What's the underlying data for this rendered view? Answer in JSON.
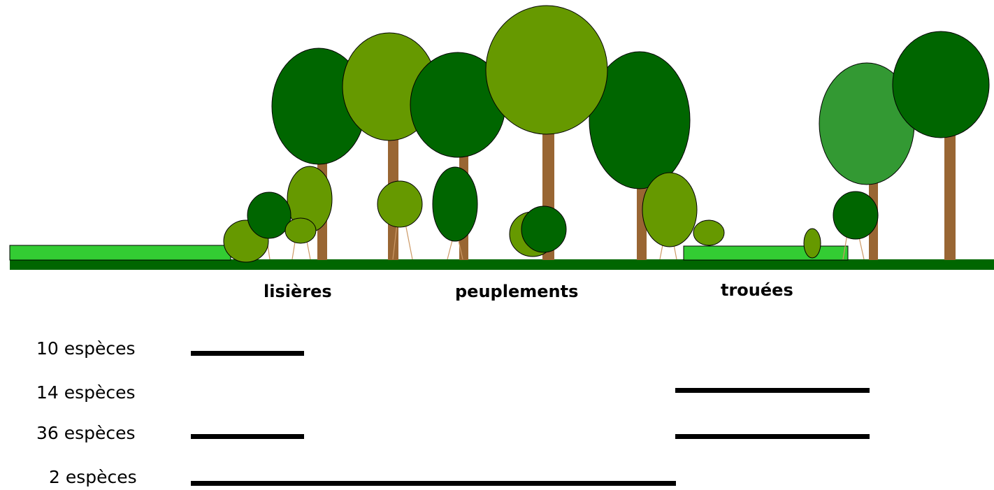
{
  "zones": {
    "edges": "lisières",
    "stands": "peuplements",
    "gaps": "trouées"
  },
  "species_rows": [
    {
      "label": "10 espèces",
      "spans": [
        "lisières"
      ]
    },
    {
      "label": "14 espèces",
      "spans": [
        "trouées"
      ]
    },
    {
      "label": "36 espèces",
      "spans": [
        "lisières",
        "trouées"
      ]
    },
    {
      "label": "2 espèces",
      "spans": [
        "lisières",
        "peuplements"
      ]
    }
  ],
  "colors": {
    "dark_foliage": "#006400",
    "olive_foliage": "#669900",
    "light_foliage": "#339933",
    "trunk": "#996633",
    "ground": "#006600",
    "grass": "#33cc33",
    "range_bar": "#000000"
  }
}
